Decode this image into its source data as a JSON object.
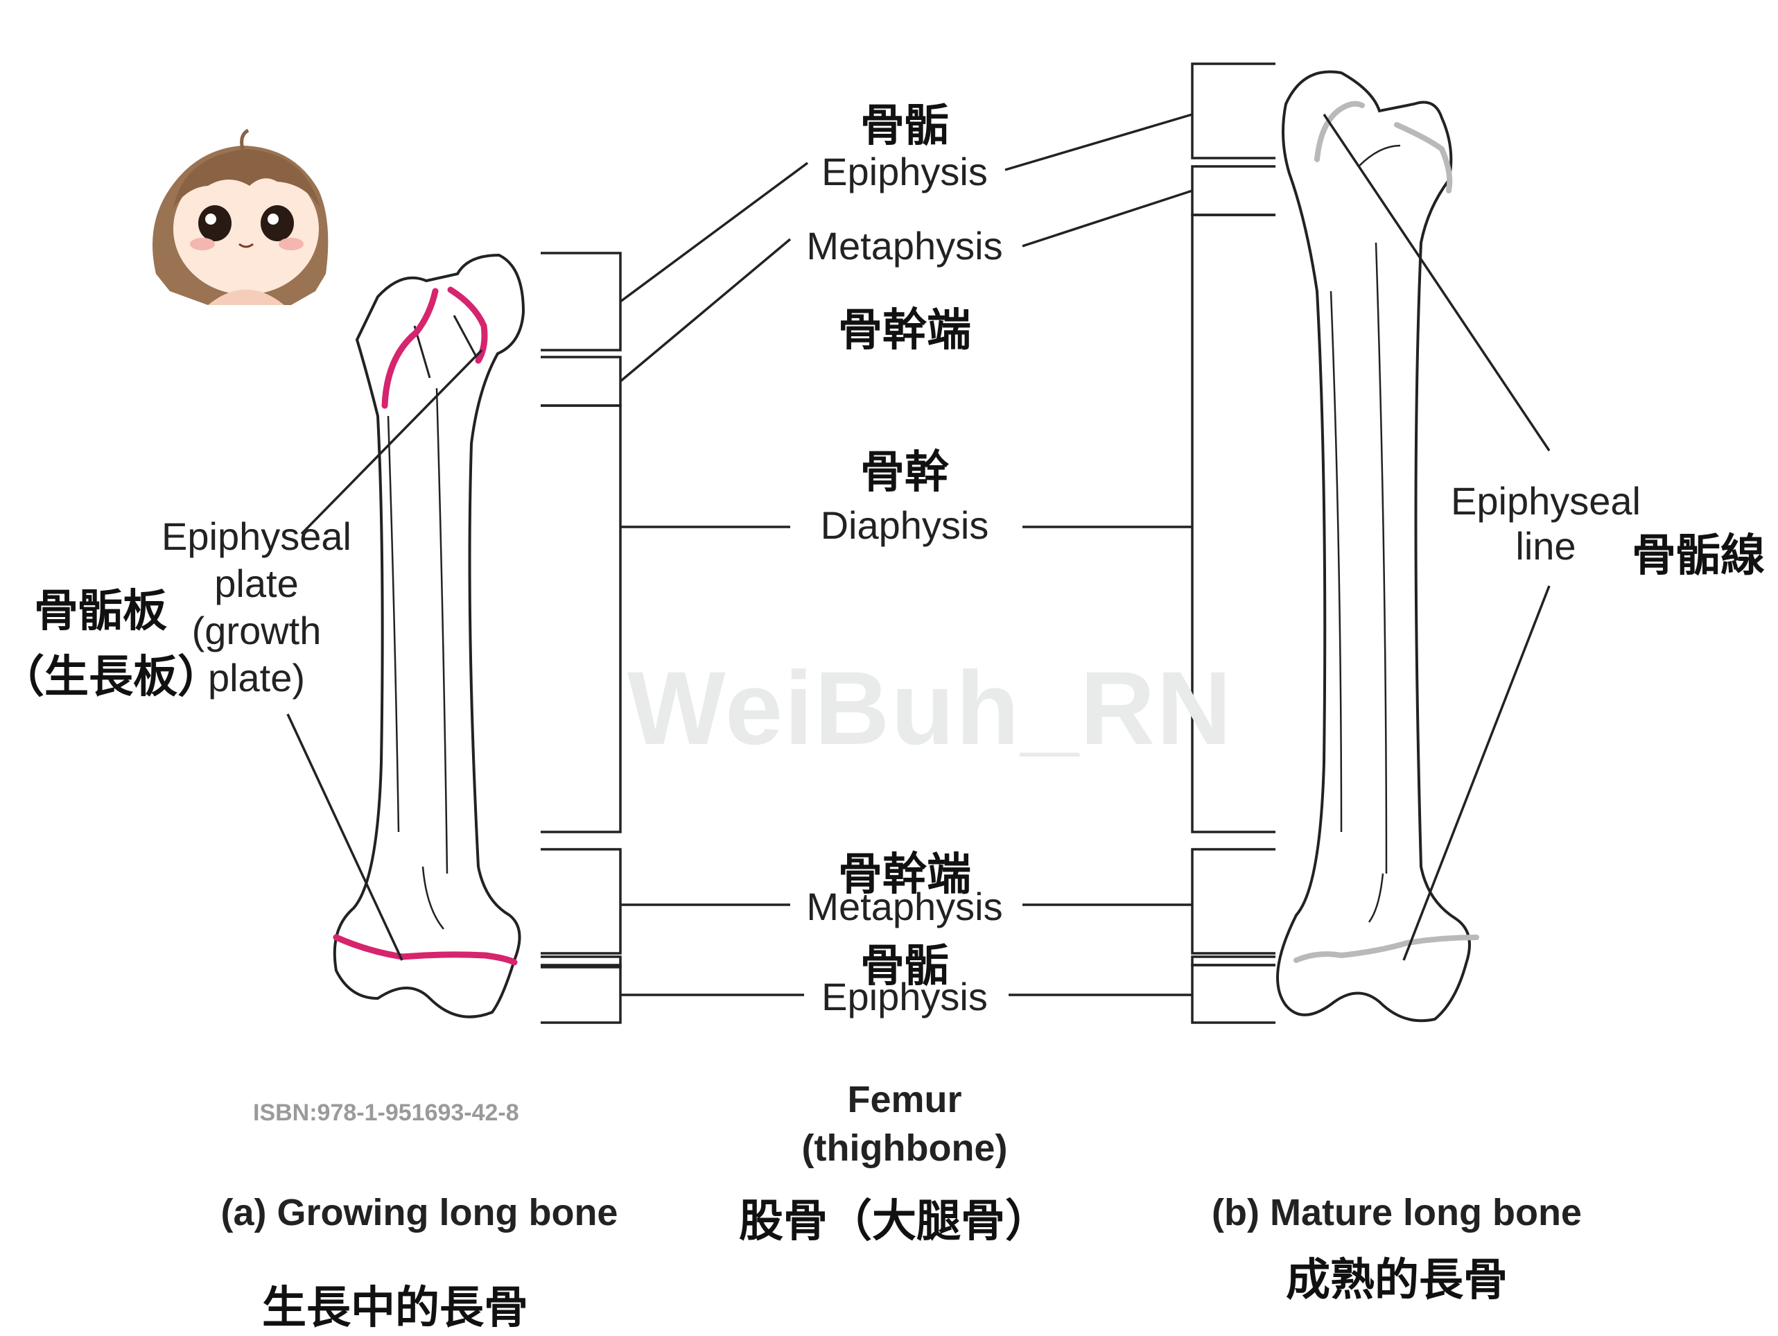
{
  "watermark": "WeiBuh_RN",
  "isbn": "ISBN:978-1-951693-42-8",
  "center": {
    "epiphysis_top_zh": "骨骺",
    "epiphysis_top_en": "Epiphysis",
    "metaphysis_top_en": "Metaphysis",
    "metaphysis_top_zh": "骨幹端",
    "diaphysis_zh": "骨幹",
    "diaphysis_en": "Diaphysis",
    "metaphysis_bottom_zh": "骨幹端",
    "metaphysis_bottom_en": "Metaphysis",
    "epiphysis_bottom_zh": "骨骺",
    "epiphysis_bottom_en": "Epiphysis",
    "femur_title": "Femur",
    "femur_sub": "(thighbone)",
    "femur_zh": "股骨（大腿骨）"
  },
  "left": {
    "plate_en_1": "Epiphyseal",
    "plate_en_2": "plate",
    "plate_en_3": "(growth",
    "plate_en_4": "plate)",
    "plate_zh_1": "骨骺板",
    "plate_zh_2": "（生長板）",
    "caption_en": "(a) Growing long bone",
    "caption_zh": "生長中的長骨"
  },
  "right": {
    "line_en_1": "Epiphyseal",
    "line_en_2": "line",
    "line_zh": "骨骺線",
    "caption_en": "(b) Mature long bone",
    "caption_zh": "成熟的長骨"
  },
  "colors": {
    "growth_plate": "#d6246e",
    "epiphyseal_line": "#b9b9b9",
    "outline": "#222222",
    "hair": "#9a7352",
    "cheek": "#f4b6b0"
  },
  "icons": [
    "cartoon-girl-avatar"
  ]
}
